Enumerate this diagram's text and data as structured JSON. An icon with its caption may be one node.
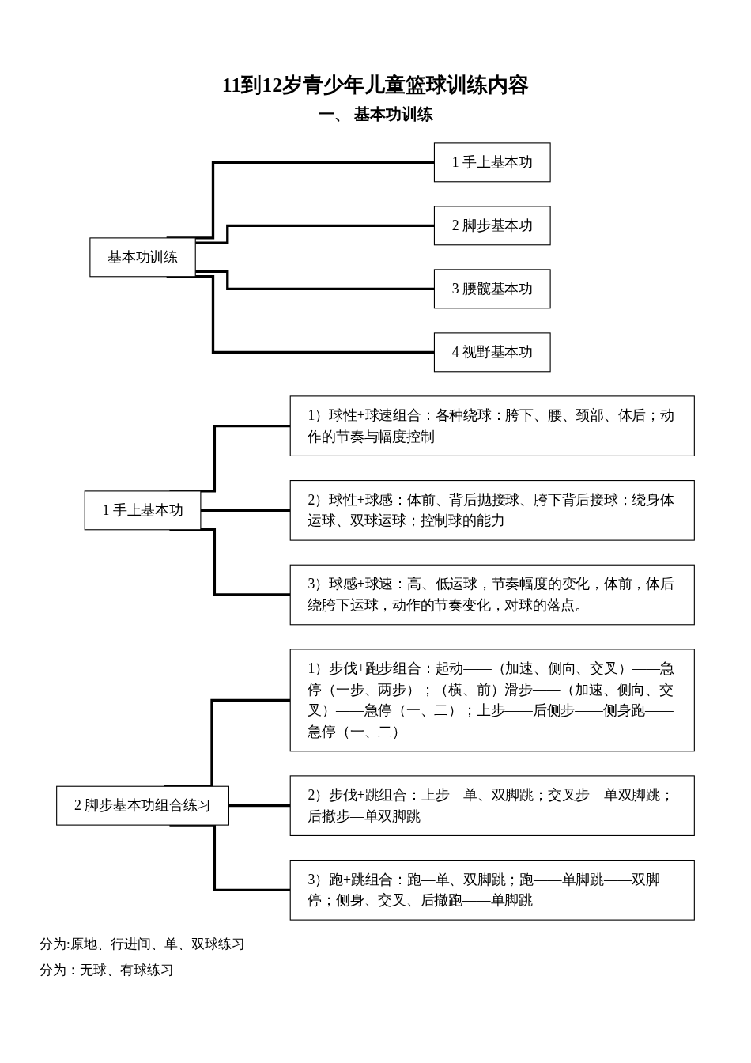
{
  "diagram": {
    "title": "11到12岁青少年儿童篮球训练内容",
    "nodes": [
      {
        "text": [
          "基本功训练"
        ]
      },
      {
        "text": [
          "1 手上基本功"
        ]
      },
      {
        "text": [
          "2 脚步基本功"
        ]
      },
      {
        "text": [
          "3 腰髋基本功"
        ]
      },
      {
        "text": [
          "4 视野基本功"
        ]
      },
      {
        "text": [
          "1 手上基本功"
        ]
      },
      {
        "text": [
          "1）球性+球速组合：各种绕球：胯下、腰、颈部、体后；动作的节奏与幅度控制"
        ]
      },
      {
        "text": [
          "2）球性+球感：体前、背后抛接球、胯下背后接球；绕身体运球、双球运球；控制球的能力"
        ]
      },
      {
        "text": [
          "3）球感+球速：高、低运球，节奏幅度的变化，体前，体后绕胯下运球，动作的节奏变化，对球的落点。"
        ]
      },
      {
        "text": [
          "2 脚步基本功组合练习"
        ]
      },
      {
        "text": [
          "1）步伐+跑步组合：起动——（加速、侧向、交叉）——急停（一步、两步）；（横、前）滑步——（加速、侧向、交叉）——急停（一、二）；上步——后侧步——侧身跑——急停（一、二）"
        ]
      },
      {
        "text": [
          "2）步伐+跳组合：上步—单、双脚跳；交叉步—单双脚跳；后撤步—单双脚跳"
        ]
      },
      {
        "text": [
          "3）跑+跳组合：跑—单、双脚跳；跑——单脚跳——双脚停；侧身、交叉、后撤跑——单脚跳"
        ]
      }
    ],
    "edges": [
      {
        "from": 0,
        "to": 1,
        "arrow": "none"
      },
      {
        "from": 0,
        "to": 2,
        "arrow": "none"
      },
      {
        "from": 0,
        "to": 3,
        "arrow": "none"
      },
      {
        "from": 0,
        "to": 4,
        "arrow": "none"
      },
      {
        "from": 5,
        "to": 6,
        "arrow": "none"
      },
      {
        "from": 5,
        "to": 7,
        "arrow": "none"
      },
      {
        "from": 5,
        "to": 8,
        "arrow": "none"
      },
      {
        "from": 9,
        "to": 10,
        "arrow": "none"
      },
      {
        "from": 9,
        "to": 11,
        "arrow": "none"
      },
      {
        "from": 9,
        "to": 12,
        "arrow": "none"
      }
    ],
    "labels": [
      "一、 基本功训练",
      "分为:原地、行进间、单、双球练习",
      "分为：无球、有球练习"
    ]
  }
}
